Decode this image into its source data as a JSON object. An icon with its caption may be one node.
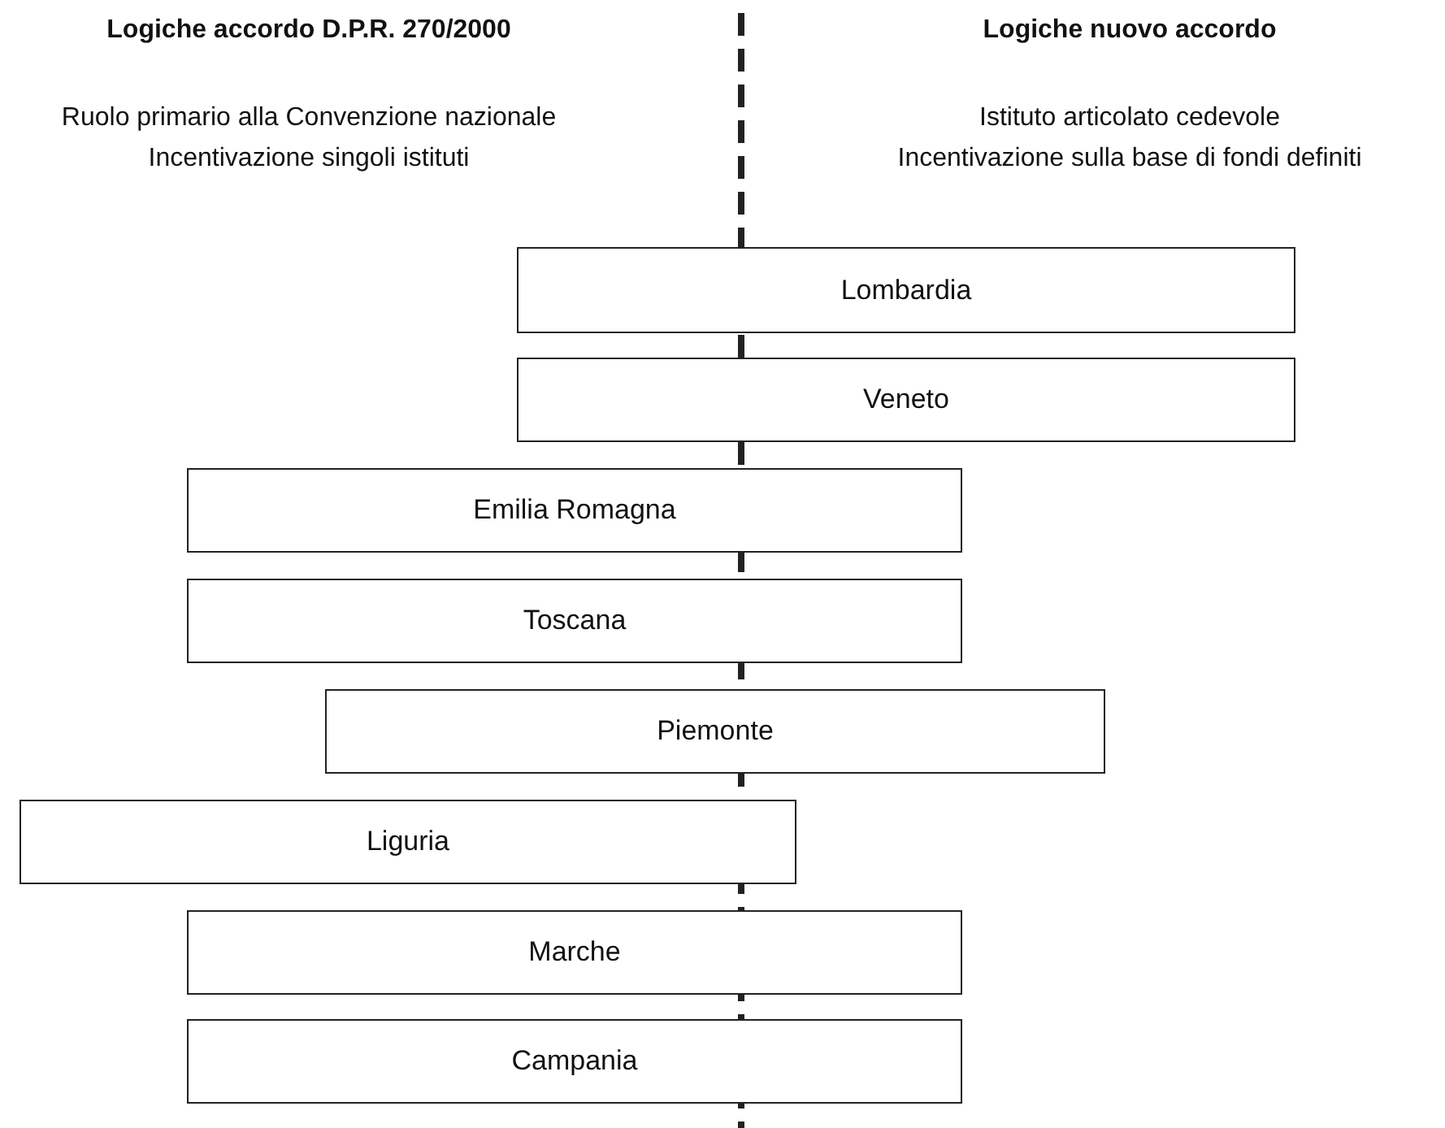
{
  "diagram": {
    "nodes": [
      {
        "text": [
          "Lombardia"
        ]
      },
      {
        "text": [
          "Veneto"
        ]
      },
      {
        "text": [
          "Emilia Romagna"
        ]
      },
      {
        "text": [
          "Toscana"
        ]
      },
      {
        "text": [
          "Piemonte"
        ]
      },
      {
        "text": [
          "Liguria"
        ]
      },
      {
        "text": [
          "Marche"
        ]
      },
      {
        "text": [
          "Campania"
        ]
      }
    ],
    "labels": [
      "Logiche accordo D.P.R. 270/2000",
      "Logiche nuovo accordo",
      "Ruolo primario alla Convenzione nazionale",
      "Istituto articolato cedevole",
      "Incentivazione singoli istituti",
      "Incentivazione sulla base di fondi definiti"
    ]
  }
}
